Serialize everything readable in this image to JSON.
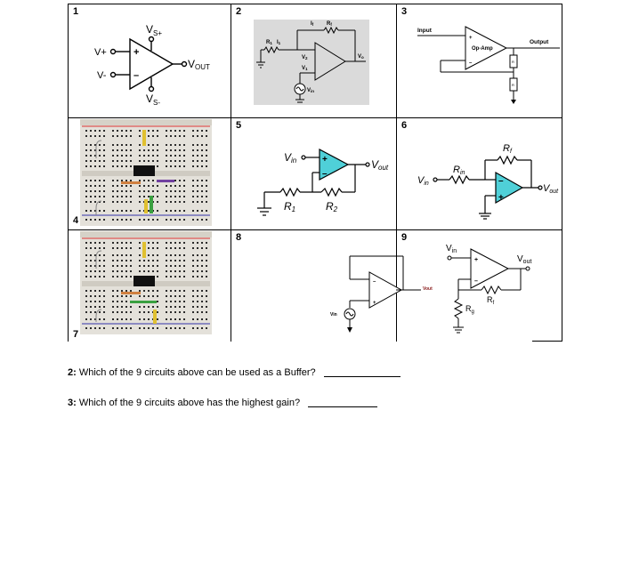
{
  "cells": [
    {
      "number": "1",
      "labels": {
        "vs_plus": "V",
        "vs_plus_sub": "S+",
        "v_plus": "V+",
        "v_minus": "V-",
        "vout": "V",
        "vout_sub": "OUT",
        "vs_minus": "V",
        "vs_minus_sub": "S-",
        "plus_sign": "+",
        "minus_sign": "–"
      }
    },
    {
      "number": "2",
      "labels": {
        "r1": "R",
        "r1_sub": "1",
        "i1": "I",
        "i1_sub": "1",
        "rf": "R",
        "rf_sub": "f",
        "if": "I",
        "if_sub": "f",
        "v2": "V",
        "v2_sub": "2",
        "v1": "V",
        "v1_sub": "1",
        "vo": "V",
        "vo_sub": "o",
        "vin": "V",
        "vin_sub": "in"
      }
    },
    {
      "number": "3",
      "labels": {
        "input": "Input",
        "opamp": "Op-Amp",
        "output": "Output",
        "r_top": "R",
        "r_bottom": "R"
      }
    },
    {
      "number": "4",
      "labels": {}
    },
    {
      "number": "5",
      "labels": {
        "vin": "V",
        "vin_sub": "in",
        "vout": "V",
        "vout_sub": "out",
        "r1": "R",
        "r1_sub": "1",
        "r2": "R",
        "r2_sub": "2",
        "plus_sign": "+",
        "minus_sign": "–"
      }
    },
    {
      "number": "6",
      "labels": {
        "rf": "R",
        "rf_sub": "f",
        "rin": "R",
        "rin_sub": "in",
        "vin": "V",
        "vin_sub": "in",
        "vout": "V",
        "vout_sub": "out",
        "plus_sign": "+",
        "minus_sign": "–"
      }
    },
    {
      "number": "7",
      "labels": {}
    },
    {
      "number": "8",
      "labels": {
        "vout": "Vout",
        "vin": "Vin",
        "plus_sign": "+",
        "minus_sign": "–"
      }
    },
    {
      "number": "9",
      "labels": {
        "vin": "V",
        "vin_sub": "in",
        "vout": "V",
        "vout_sub": "out",
        "rf": "R",
        "rf_sub": "f",
        "rg": "R",
        "rg_sub": "g",
        "plus_sign": "+",
        "minus_sign": "–"
      }
    }
  ],
  "questions": [
    {
      "number": "2:",
      "text": "Which of the 9 circuits above can be used as a Buffer?"
    },
    {
      "number": "3:",
      "text": "Which of the 9 circuits above has the highest gain?"
    }
  ],
  "colors": {
    "line": "#000000",
    "panel_gray": "#dadada",
    "opamp_fill": "#4fd0d8",
    "breadboard": "#e4e1da"
  }
}
